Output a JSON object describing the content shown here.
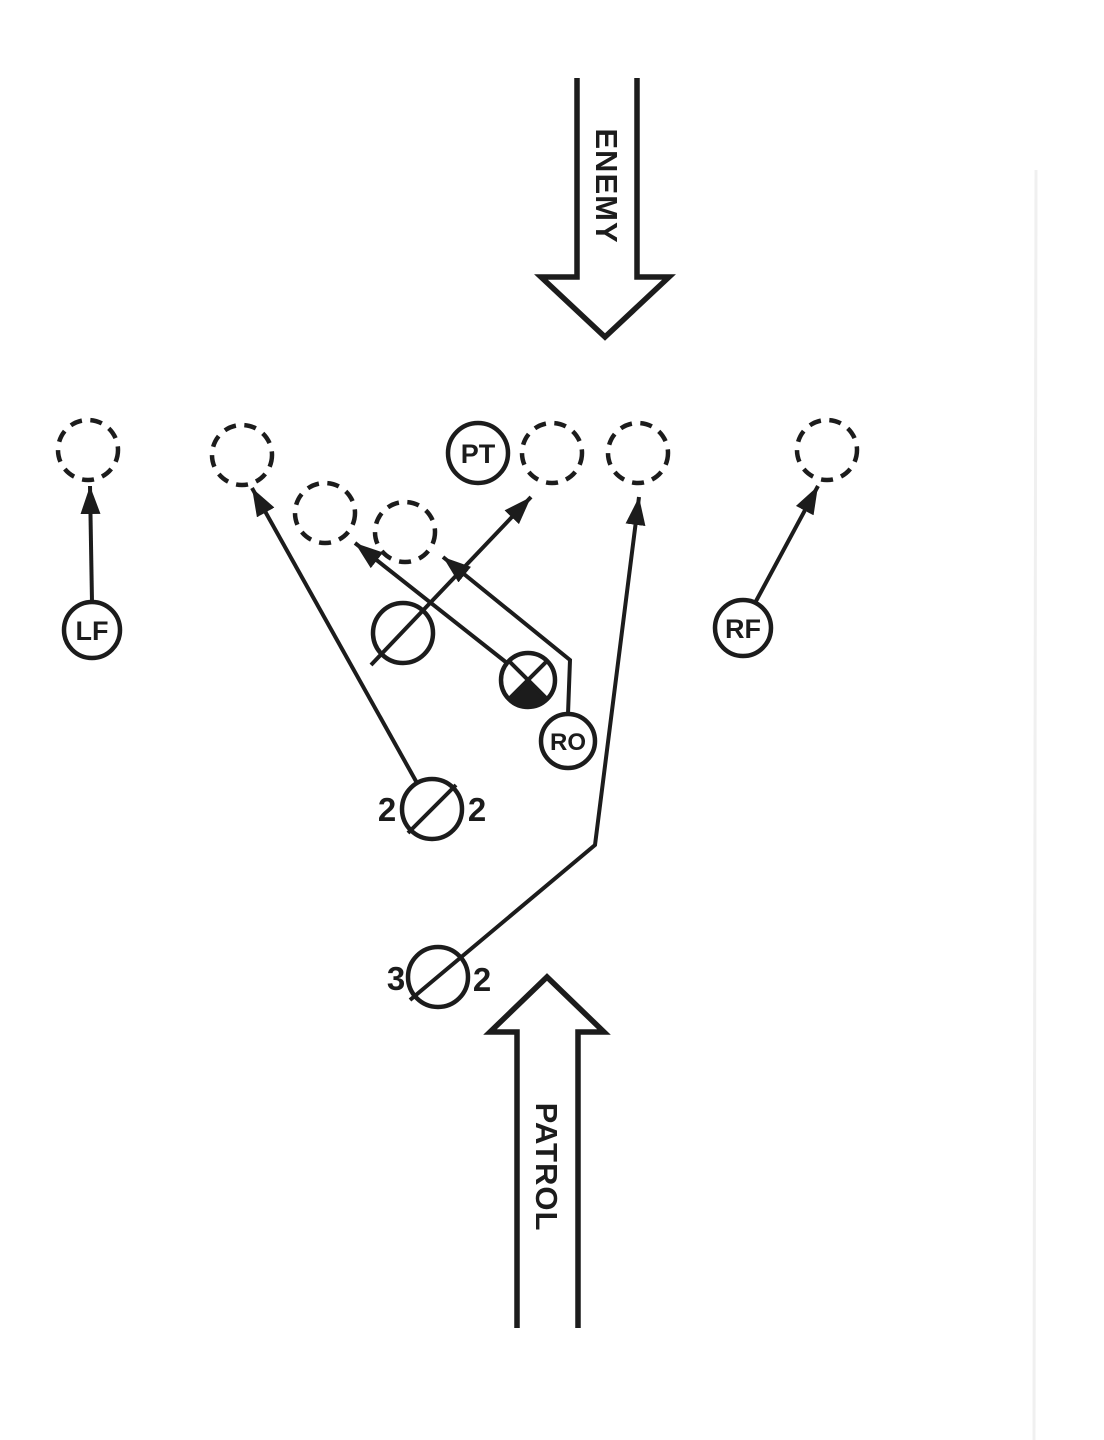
{
  "diagram": {
    "type": "military-patrol-battle-drill",
    "colors": {
      "ink": "#1c1c1c",
      "background": "#ffffff"
    },
    "flow_arrows": {
      "enemy": {
        "label": "ENEMY",
        "direction": "down"
      },
      "patrol": {
        "label": "PATROL",
        "direction": "up"
      }
    },
    "units": {
      "lf": {
        "label": "LF"
      },
      "rf": {
        "label": "RF"
      },
      "pt": {
        "label": "PT"
      },
      "ro": {
        "label": "RO"
      },
      "team_a": {
        "left_count": "2",
        "right_count": "2"
      },
      "team_b": {
        "left_count": "3",
        "right_count": "2"
      }
    }
  }
}
